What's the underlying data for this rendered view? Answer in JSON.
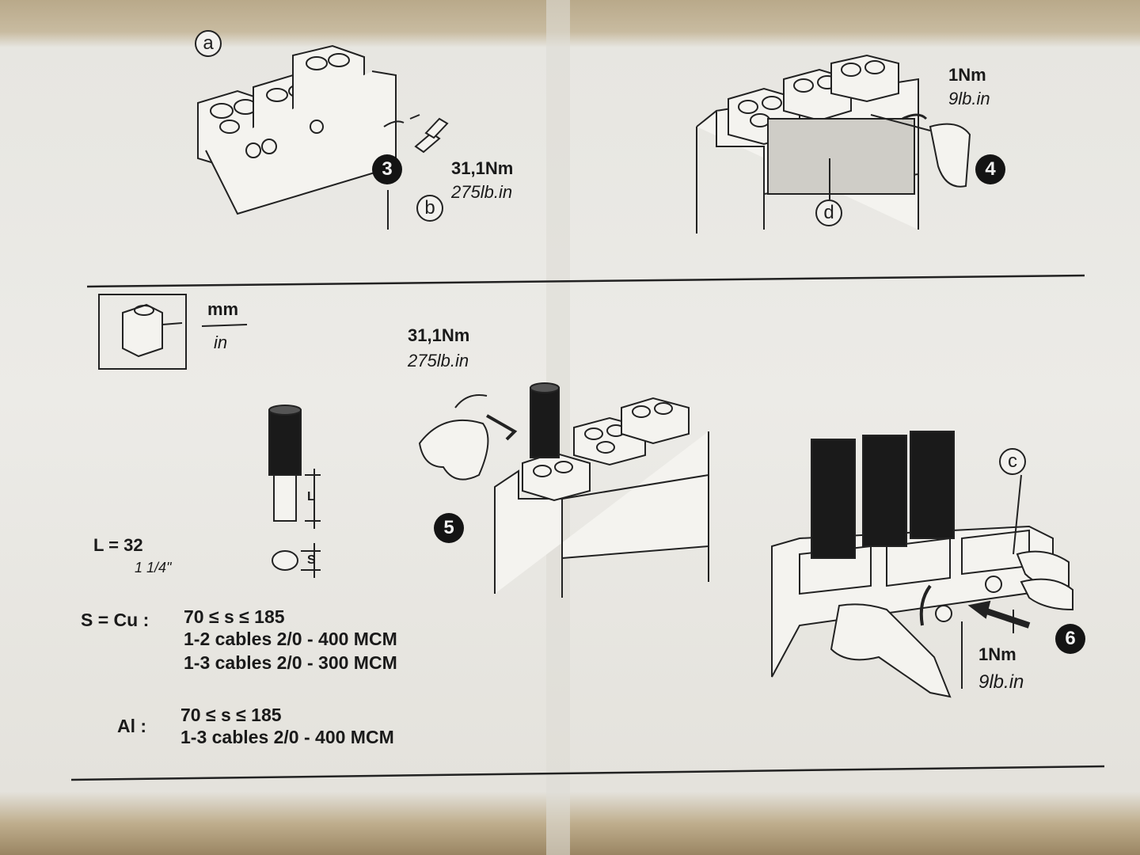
{
  "step3": {
    "number": "3",
    "torque_nm": "31,1Nm",
    "torque_lbin": "275lb.in",
    "callout_a": "a",
    "callout_b": "b"
  },
  "step4": {
    "number": "4",
    "torque_nm": "1Nm",
    "torque_lbin": "9lb.in",
    "callout_d": "d"
  },
  "unit_box": {
    "unit_top": "mm",
    "unit_bottom": "in"
  },
  "cable_fig": {
    "label_L": "L",
    "label_S": "S"
  },
  "length": {
    "label": "L = 32",
    "inches": "1 1/4\""
  },
  "step5": {
    "number": "5",
    "torque_nm": "31,1Nm",
    "torque_lbin": "275lb.in"
  },
  "step6": {
    "number": "6",
    "torque_nm": "1Nm",
    "torque_lbin": "9lb.in",
    "callout_c": "c"
  },
  "specs": {
    "cu_label": "S = Cu :",
    "cu_range": "70 ≤ s ≤ 185",
    "cu_line1": "1-2 cables 2/0 - 400 MCM",
    "cu_line2": "1-3 cables 2/0 - 300 MCM",
    "al_label": "Al :",
    "al_range": "70 ≤ s ≤ 185",
    "al_line1": "1-3 cables 2/0 - 400 MCM"
  },
  "colors": {
    "paper": "#ecebe7",
    "ink": "#1a1a1a",
    "table": "#b9a98a"
  }
}
